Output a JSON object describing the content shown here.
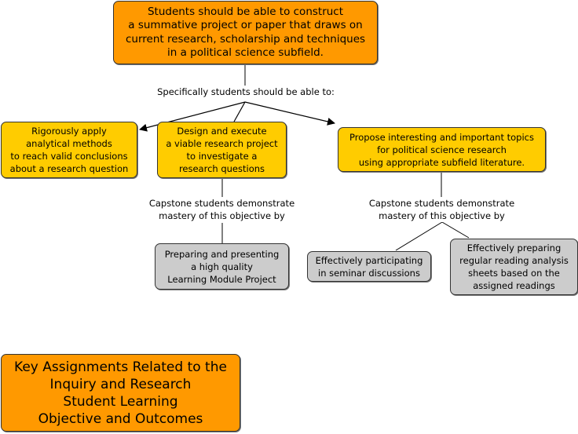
{
  "diagram": {
    "type": "concept-map",
    "nodes": {
      "goal": "Students should be able to construct\na summative project or paper that draws on\ncurrent research, scholarship and techniques\nin a political science subfield.",
      "objective_analytical": "Rigorously apply\nanalytical methods\nto reach valid conclusions\nabout a research question",
      "objective_design": "Design and execute\na viable research project\nto investigate a\nresearch questions",
      "objective_propose": "Propose interesting and important topics\nfor political science research\nusing appropriate subfield literature.",
      "assignment_learning_module": "Preparing and presenting\na high quality\nLearning Module Project",
      "assignment_seminar": "Effectively participating\nin seminar discussions",
      "assignment_reading_sheets": "Effectively preparing\nregular reading analysis\nsheets based on the\nassigned readings",
      "key_title": "Key Assignments Related to the\nInquiry and Research\nStudent Learning\nObjective and Outcomes"
    },
    "link_labels": {
      "specifically": "Specifically students should be able to:",
      "capstone_left": "Capstone students demonstrate\nmastery of this objective by",
      "capstone_right": "Capstone students demonstrate\nmastery of this objective by"
    },
    "colors": {
      "goal": "#ff9900",
      "objectives": "#ffcc00",
      "assignments": "#cccccc",
      "key": "#ff9900",
      "lines": "#000000"
    }
  }
}
